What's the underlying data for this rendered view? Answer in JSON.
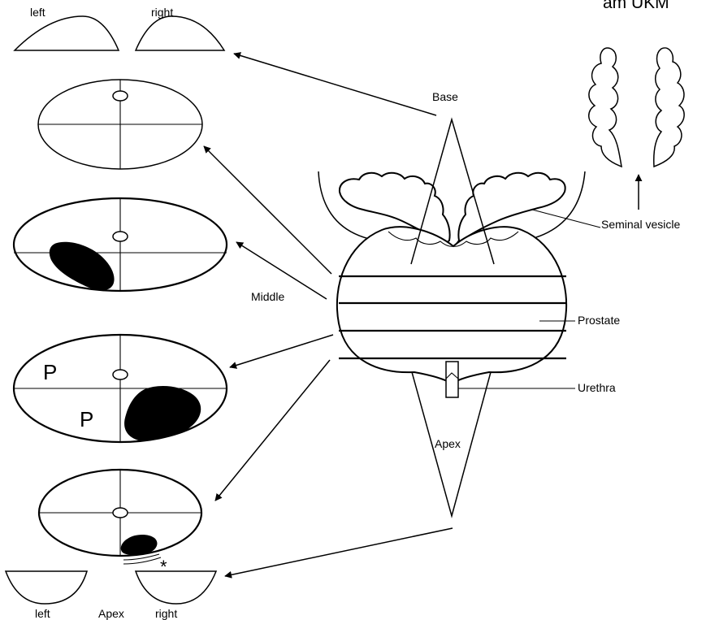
{
  "labels": {
    "top_left": "left",
    "top_right": "right",
    "cropped_top_text": "am UKM",
    "base": "Base",
    "seminal_vesicle": "Seminal vesicle",
    "middle": "Middle",
    "prostate": "Prostate",
    "urethra": "Urethra",
    "apex_cone": "Apex",
    "p_upper": "P",
    "p_lower": "P",
    "asterisk": "*",
    "bottom_left": "left",
    "bottom_apex": "Apex",
    "bottom_right": "right"
  }
}
